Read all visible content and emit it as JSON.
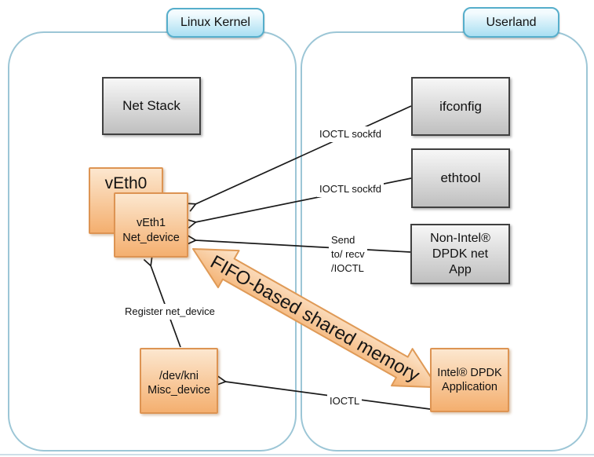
{
  "regions": {
    "kernel": {
      "label": "Linux Kernel"
    },
    "userland": {
      "label": "Userland"
    }
  },
  "nodes": {
    "net_stack": {
      "label": "Net Stack"
    },
    "ifconfig": {
      "label": "ifconfig"
    },
    "ethtool": {
      "label": "ethtool"
    },
    "non_intel_dpdk_app": {
      "lines": [
        "Non-Intel®",
        "DPDK net",
        "App"
      ]
    },
    "veth0": {
      "label": "vEth0"
    },
    "veth1": {
      "lines": [
        "vEth1",
        "Net_device"
      ]
    },
    "dev_kni": {
      "lines": [
        "/dev/kni",
        "Misc_device"
      ]
    },
    "intel_dpdk_app": {
      "lines": [
        "Intel® DPDK",
        "Application"
      ]
    }
  },
  "edge_labels": {
    "ioctl_sockfd_ifconfig": "IOCTL sockfd",
    "ioctl_sockfd_ethtool": "IOCTL sockfd",
    "send_recv_ioctl": [
      "Send",
      "to/ recv",
      "/IOCTL"
    ],
    "register_net_device": "Register net_device",
    "ioctl": "IOCTL",
    "fifo_shared_memory": "FIFO-based shared memory"
  },
  "colors": {
    "container_border": "#9cc6d6",
    "header_fill_top": "#f3fbfe",
    "header_fill_bottom": "#a9dff2",
    "header_border": "#56aecb",
    "gray_fill_top": "#f7f7f7",
    "gray_fill_bottom": "#bfbfbf",
    "gray_border": "#404040",
    "orange_fill_top": "#fce7cf",
    "orange_fill_bottom": "#f4af6f",
    "orange_border": "#dd9453",
    "fifo_fill_top": "#fdead4",
    "fifo_fill_bottom": "#f3ae6c",
    "fifo_border": "#df9a57",
    "line_color": "#1a1a1a"
  }
}
